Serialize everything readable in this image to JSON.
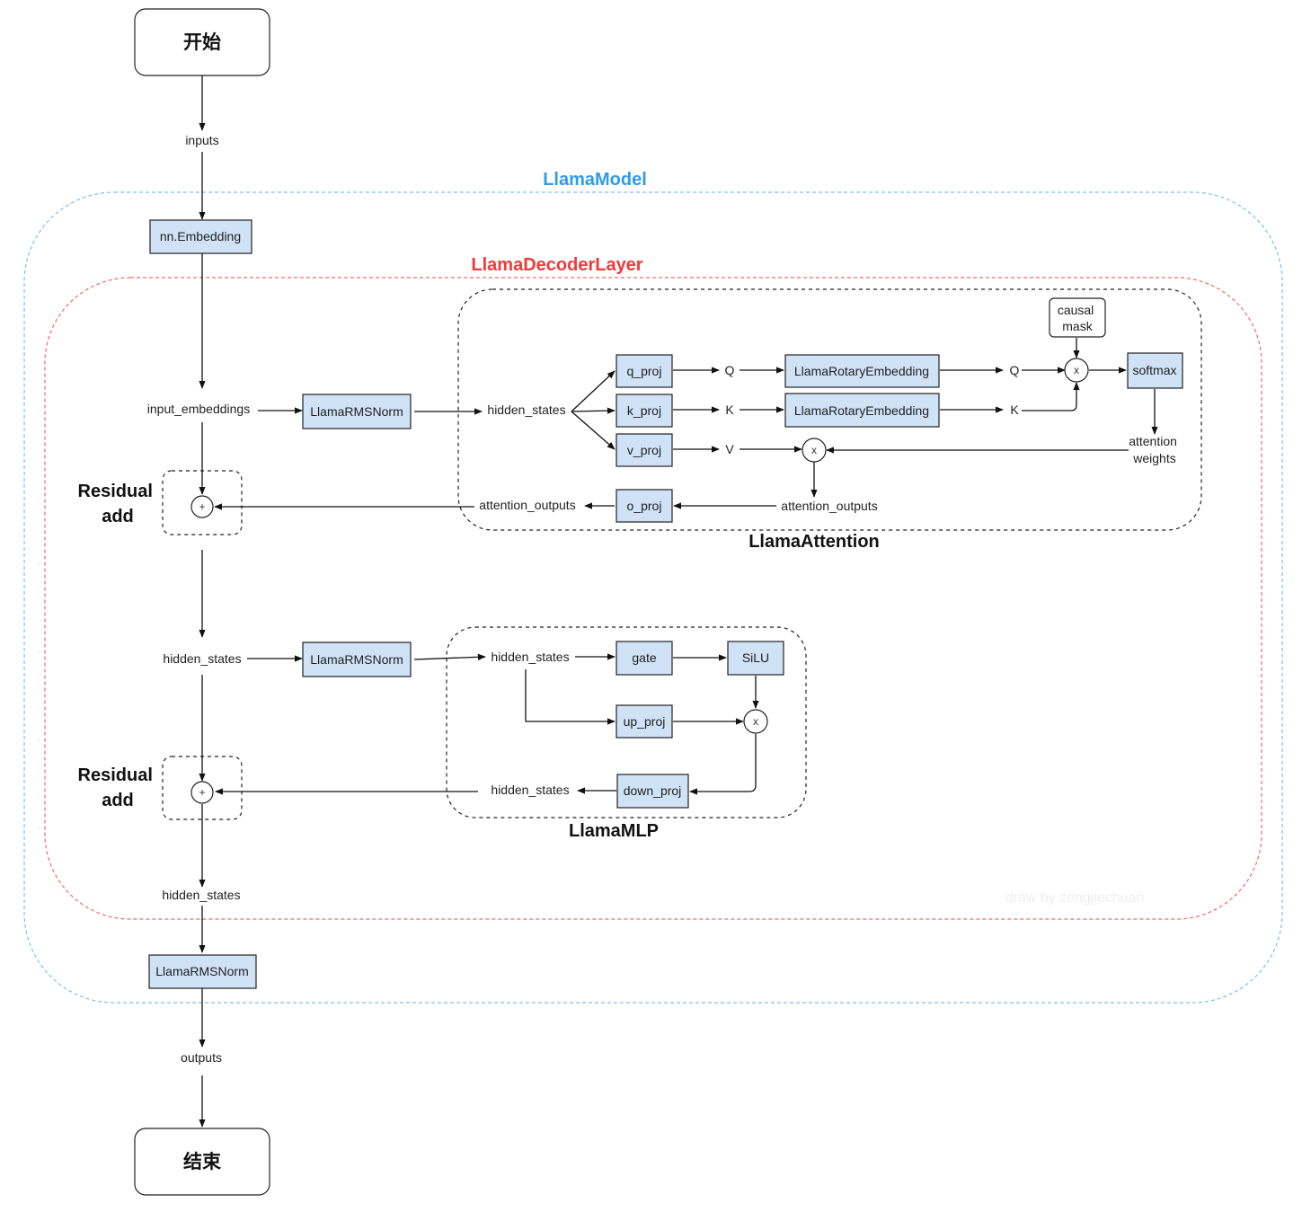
{
  "groups": {
    "llama_model": "LlamaModel",
    "decoder_layer": "LlamaDecoderLayer",
    "attention": "LlamaAttention",
    "mlp": "LlamaMLP",
    "residual_1": [
      "Residual",
      "add"
    ],
    "residual_2": [
      "Residual",
      "add"
    ]
  },
  "terminals": {
    "start": "开始",
    "end": "结束"
  },
  "blocks": {
    "embedding": "nn.Embedding",
    "rmsnorm_1": "LlamaRMSNorm",
    "rmsnorm_2": "LlamaRMSNorm",
    "rmsnorm_final": "LlamaRMSNorm",
    "q_proj": "q_proj",
    "k_proj": "k_proj",
    "v_proj": "v_proj",
    "o_proj": "o_proj",
    "rotary_q": "LlamaRotaryEmbedding",
    "rotary_k": "LlamaRotaryEmbedding",
    "softmax": "softmax",
    "causal_mask": [
      "causal",
      "mask"
    ],
    "gate": "gate",
    "silu": "SiLU",
    "up_proj": "up_proj",
    "down_proj": "down_proj"
  },
  "labels": {
    "inputs": "inputs",
    "input_embeddings": "input_embeddings",
    "hidden_states_attn_in": "hidden_states",
    "q1": "Q",
    "k1": "K",
    "v1": "V",
    "q2": "Q",
    "k2": "K",
    "attention_weights": [
      "attention",
      "weights"
    ],
    "attention_outputs_inner": "attention_outputs",
    "attention_outputs_outer": "attention_outputs",
    "hidden_states_mid": "hidden_states",
    "hidden_states_mlp_in": "hidden_states",
    "hidden_states_mlp_out": "hidden_states",
    "hidden_states_final": "hidden_states",
    "outputs": "outputs"
  },
  "operators": {
    "multiply": "x",
    "add": "+"
  },
  "watermark": "draw by zengjiechuan",
  "colors": {
    "block_fill": "#cfe2f6",
    "llama_model": "#2f9bea",
    "decoder_layer": "#f03a3a",
    "model_border": "#7fbfee",
    "decoder_border": "#f06a6a"
  }
}
